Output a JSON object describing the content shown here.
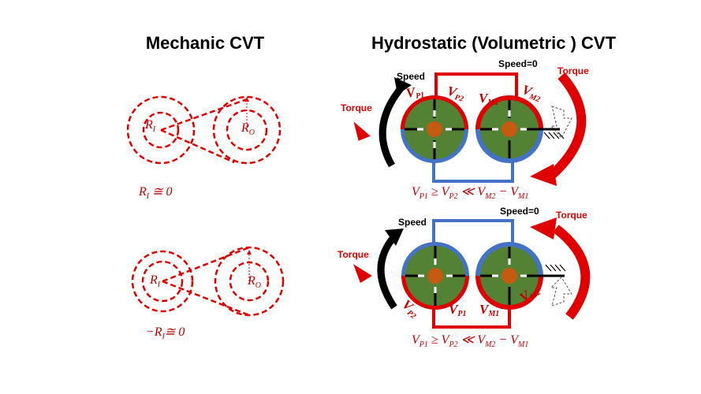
{
  "titles": {
    "left": "Mechanic CVT",
    "right": "Hydrostatic (Volumetric ) CVT"
  },
  "mechanic": {
    "top": {
      "ri": "R",
      "ri_sub": "I",
      "ro": "R",
      "ro_sub": "O",
      "eq_prefix": "R",
      "eq_sub": "I",
      "eq_rest": " ≅ 0"
    },
    "bottom": {
      "ri": "R",
      "ri_sub": "I",
      "ro": "R",
      "ro_sub": "O",
      "eq_prefix": "−R",
      "eq_sub": "I",
      "eq_rest": "≅ 0"
    }
  },
  "hydro": {
    "top": {
      "speed": "Speed",
      "speed_zero": "Speed=0",
      "torque_left": "Torque",
      "torque_right": "Torque",
      "vp1": "V",
      "vp1_sub": "P1",
      "vp2": "V",
      "vp2_sub": "P2",
      "vm1": "V",
      "vm1_sub": "M1",
      "vm2": "V",
      "vm2_sub": "M2"
    },
    "bottom": {
      "speed": "Speed",
      "speed_zero": "Speed=0",
      "torque_left": "Torque",
      "torque_right": "Torque",
      "vp1": "V",
      "vp1_sub": "P1",
      "vp2": "V",
      "vp2_sub": "P2",
      "vm1": "V",
      "vm1_sub": "M1",
      "vm2": "V",
      "vm2_sub": "M2"
    },
    "equation": {
      "a": "V",
      "a_sub": "P1",
      "op1": " ≥ ",
      "b": "V",
      "b_sub": "P2",
      "op2": " ≪ ",
      "c": "V",
      "c_sub": "M2",
      "op3": " − ",
      "d": "V",
      "d_sub": "M1"
    }
  },
  "colors": {
    "red": "#e00000",
    "dark_red": "#c00000",
    "blue": "#4472c4",
    "green": "#548235",
    "orange": "#c55a11",
    "black": "#000000"
  }
}
